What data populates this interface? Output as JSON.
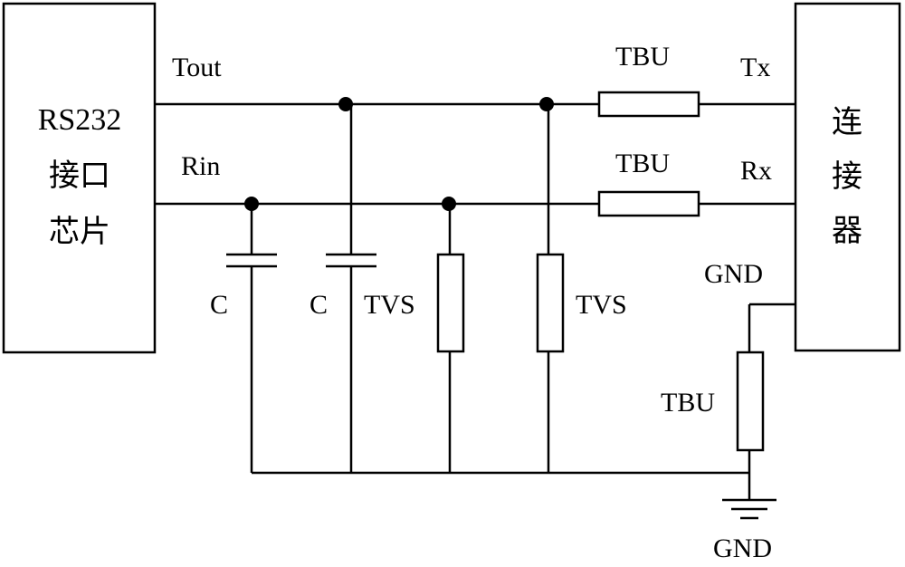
{
  "blocks": {
    "rs232": {
      "lines": [
        "RS232",
        "接口",
        "芯片"
      ]
    },
    "connector": {
      "lines": [
        "连",
        "接",
        "器"
      ]
    }
  },
  "signals": {
    "tout": "Tout",
    "rin": "Rin",
    "tx": "Tx",
    "rx": "Rx",
    "gnd_connector": "GND",
    "gnd_ground": "GND"
  },
  "components": {
    "tbu_tx": "TBU",
    "tbu_rx": "TBU",
    "tbu_gnd": "TBU",
    "cap_rin": "C",
    "cap_tout": "C",
    "tvs_rin": "TVS",
    "tvs_tout": "TVS"
  }
}
